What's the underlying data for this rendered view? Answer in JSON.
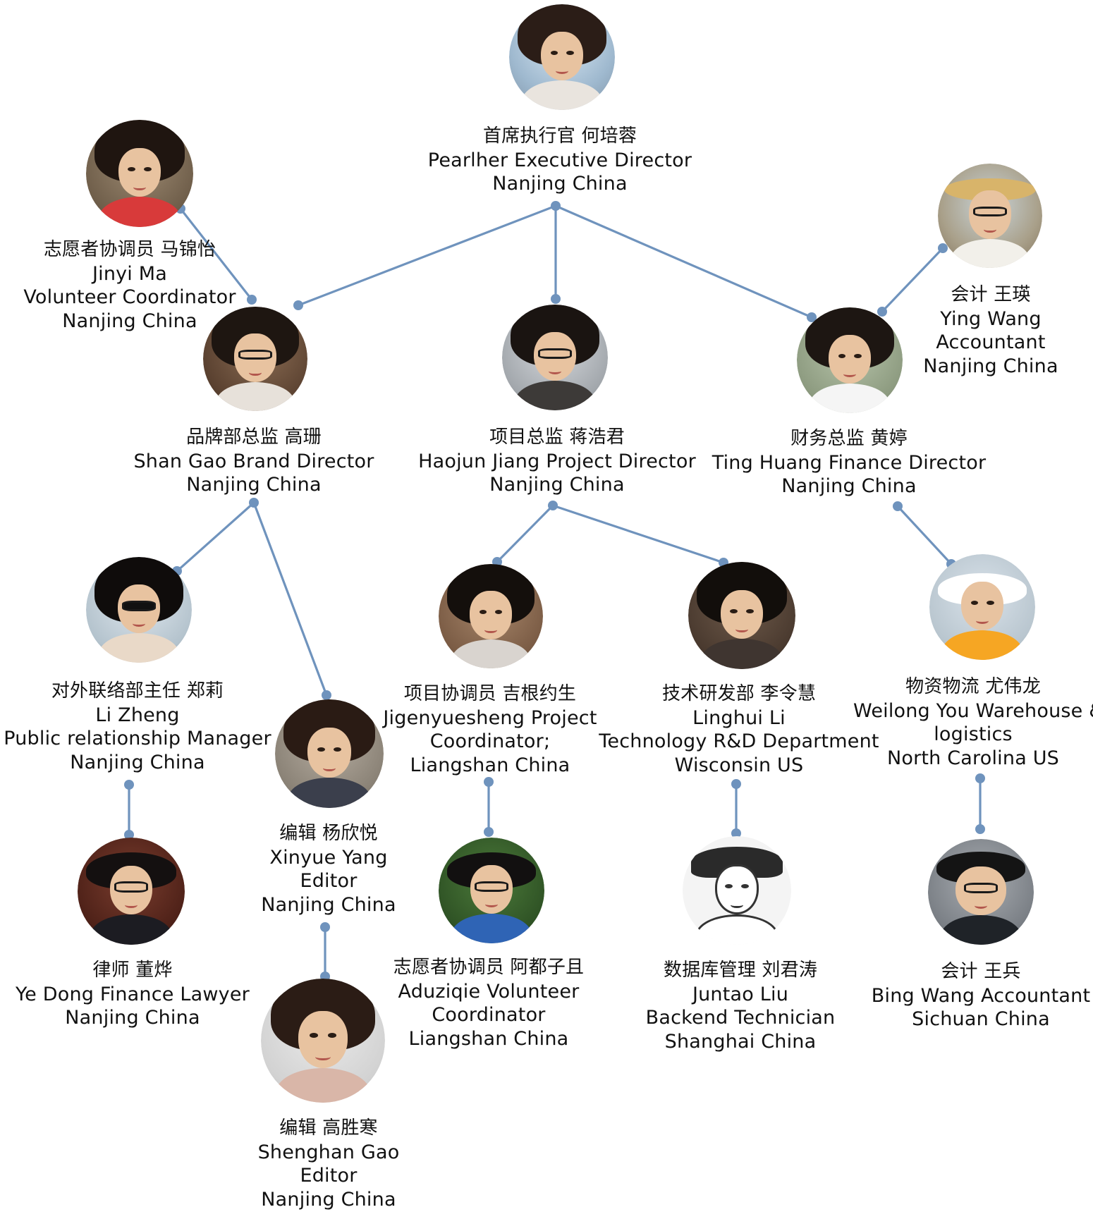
{
  "colors": {
    "connector": "#6f93bd",
    "text": "#111111",
    "background": "#ffffff"
  },
  "nodes": {
    "ceo": {
      "cn": "首席执行官  何培蓉",
      "lines": [
        "Pearlher Executive Director",
        "Nanjing China"
      ]
    },
    "jinyi_ma": {
      "cn": "志愿者协调员  马锦怡",
      "lines": [
        "Jinyi Ma",
        "Volunteer Coordinator",
        "Nanjing China"
      ]
    },
    "ying_wang": {
      "cn": "会计  王瑛",
      "lines": [
        "Ying Wang",
        "Accountant",
        "Nanjing China"
      ]
    },
    "shan_gao": {
      "cn": "品牌部总监  高珊",
      "lines": [
        "Shan Gao Brand Director",
        "Nanjing China"
      ]
    },
    "haojun_jiang": {
      "cn": "项目总监  蒋浩君",
      "lines": [
        "Haojun Jiang Project Director",
        "Nanjing China"
      ]
    },
    "ting_huang": {
      "cn": "财务总监  黄婷",
      "lines": [
        "Ting Huang Finance Director",
        "Nanjing China"
      ]
    },
    "li_zheng": {
      "cn": "对外联络部主任  郑莉",
      "lines": [
        "Li Zheng",
        "Public relationship Manager",
        "Nanjing China"
      ]
    },
    "xinyue_yang": {
      "cn": "编辑  杨欣悦",
      "lines": [
        "Xinyue Yang",
        "Editor",
        "Nanjing China"
      ]
    },
    "jigenyuesheng": {
      "cn": "项目协调员  吉根约生",
      "lines": [
        "Jigenyuesheng Project",
        "Coordinator;",
        "Liangshan China"
      ]
    },
    "linghui_li": {
      "cn": "技术研发部  李令慧",
      "lines": [
        "Linghui Li",
        "Technology R&D Department",
        "Wisconsin US"
      ]
    },
    "weilong_you": {
      "cn": "物资物流  尤伟龙",
      "lines": [
        "Weilong You Warehouse &",
        "logistics",
        "North Carolina US"
      ]
    },
    "ye_dong": {
      "cn": "律师  董烨",
      "lines": [
        "Ye Dong Finance Lawyer",
        "Nanjing China"
      ]
    },
    "shenghan_gao": {
      "cn": "编辑  高胜寒",
      "lines": [
        "Shenghan Gao",
        "Editor",
        "Nanjing China"
      ]
    },
    "aduziqie": {
      "cn": "志愿者协调员  阿都子且",
      "lines": [
        "Aduziqie Volunteer",
        "Coordinator",
        "Liangshan China"
      ]
    },
    "juntao_liu": {
      "cn": "数据库管理  刘君涛",
      "lines": [
        "Juntao Liu",
        "Backend Technician",
        "Shanghai China"
      ]
    },
    "bing_wang": {
      "cn": "会计  王兵",
      "lines": [
        "Bing Wang Accountant",
        "Sichuan China"
      ]
    }
  }
}
